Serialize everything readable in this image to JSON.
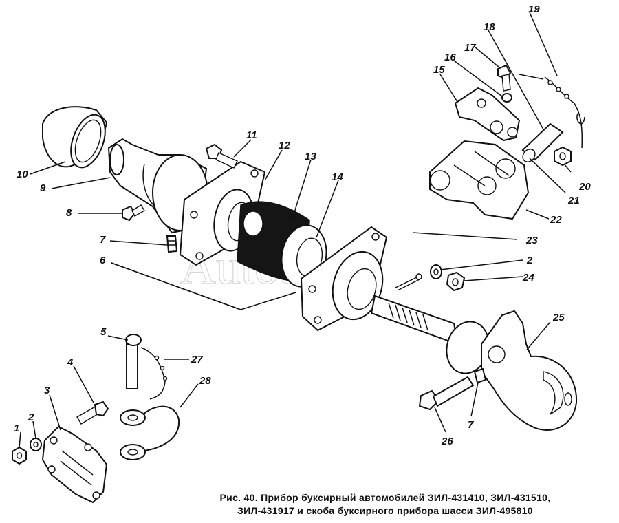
{
  "watermark": "AutoSoft",
  "caption": {
    "line1": "Рис. 40. Прибор буксирный автомобилей ЗИЛ-431410, ЗИЛ-431510,",
    "line2": "ЗИЛ-431917 и скоба буксирного прибора шасси ЗИЛ-495810"
  },
  "labels": [
    "1",
    "2",
    "3",
    "4",
    "5",
    "6",
    "7",
    "7",
    "8",
    "9",
    "10",
    "11",
    "12",
    "13",
    "14",
    "15",
    "16",
    "17",
    "18",
    "19",
    "20",
    "21",
    "22",
    "23",
    "2",
    "24",
    "25",
    "26",
    "27",
    "28"
  ]
}
